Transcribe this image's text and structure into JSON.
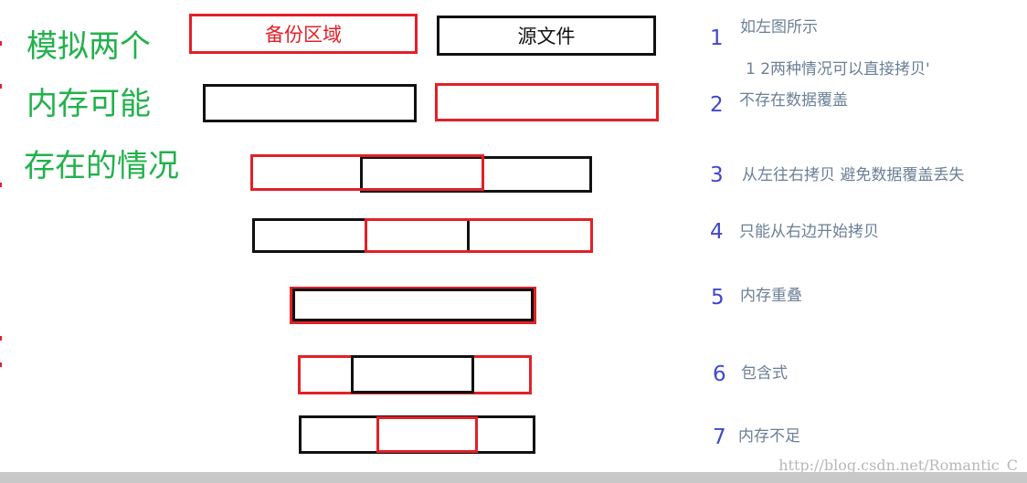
{
  "left_title": {
    "line1": "模拟两个",
    "line2": "内存可能",
    "line3": "存在的情况"
  },
  "header_boxes": {
    "backup_label": "备份区域",
    "source_label": "源文件"
  },
  "notes": [
    {
      "number": "1",
      "text": "如左图所示"
    },
    {
      "number": "",
      "text": "1 2两种情况可以直接拷贝'"
    },
    {
      "number": "2",
      "text": "不存在数据覆盖"
    },
    {
      "number": "3",
      "text": "从左往右拷贝 避免数据覆盖丢失"
    },
    {
      "number": "4",
      "text": "只能从右边开始拷贝"
    },
    {
      "number": "5",
      "text": "内存重叠"
    },
    {
      "number": "6",
      "text": "包含式"
    },
    {
      "number": "7",
      "text": "内存不足"
    }
  ],
  "watermark": "http://blog.csdn.net/Romantic_C",
  "colors": {
    "backup_region": "#e32027",
    "source_file": "#111111",
    "title_green": "#22b14c",
    "number_blue": "#3f48cc",
    "note_gray": "#6b7f96"
  }
}
